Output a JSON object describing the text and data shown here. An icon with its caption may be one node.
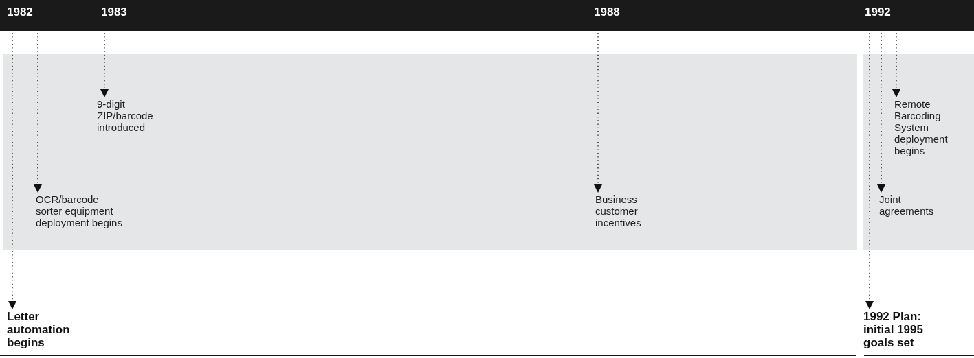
{
  "diagram": {
    "nodes": [
      {
        "text": [
          "1982"
        ]
      },
      {
        "text": [
          "1983"
        ]
      },
      {
        "text": [
          "1988"
        ]
      },
      {
        "text": [
          "1992"
        ]
      },
      {
        "text": [],
        "shape": "box"
      },
      {
        "text": [],
        "shape": "box"
      },
      {
        "text": [
          "9-digit ZIP/barcode introduced"
        ],
        "in": 4
      },
      {
        "text": [
          "OCR/barcode sorter equipment deployment begins"
        ],
        "in": 4
      },
      {
        "text": [
          "Business customer incentives"
        ],
        "in": 4
      },
      {
        "text": [
          "Remote Barcoding System deployment begins"
        ],
        "in": 5
      },
      {
        "text": [
          "Joint agreements"
        ],
        "in": 5
      },
      {
        "text": [
          "Letter automation begins"
        ]
      },
      {
        "text": [
          "1992 Plan: initial 1995 goals set"
        ]
      }
    ],
    "edges": [
      {
        "from": 0,
        "to": 11,
        "arrow": "to"
      },
      {
        "from": 0,
        "to": 7,
        "arrow": "to"
      },
      {
        "from": 1,
        "to": 6,
        "arrow": "to"
      },
      {
        "from": 2,
        "to": 8,
        "arrow": "to"
      },
      {
        "from": 3,
        "to": 12,
        "arrow": "to"
      },
      {
        "from": 3,
        "to": 10,
        "arrow": "to"
      },
      {
        "from": 3,
        "to": 9,
        "arrow": "to"
      }
    ]
  }
}
